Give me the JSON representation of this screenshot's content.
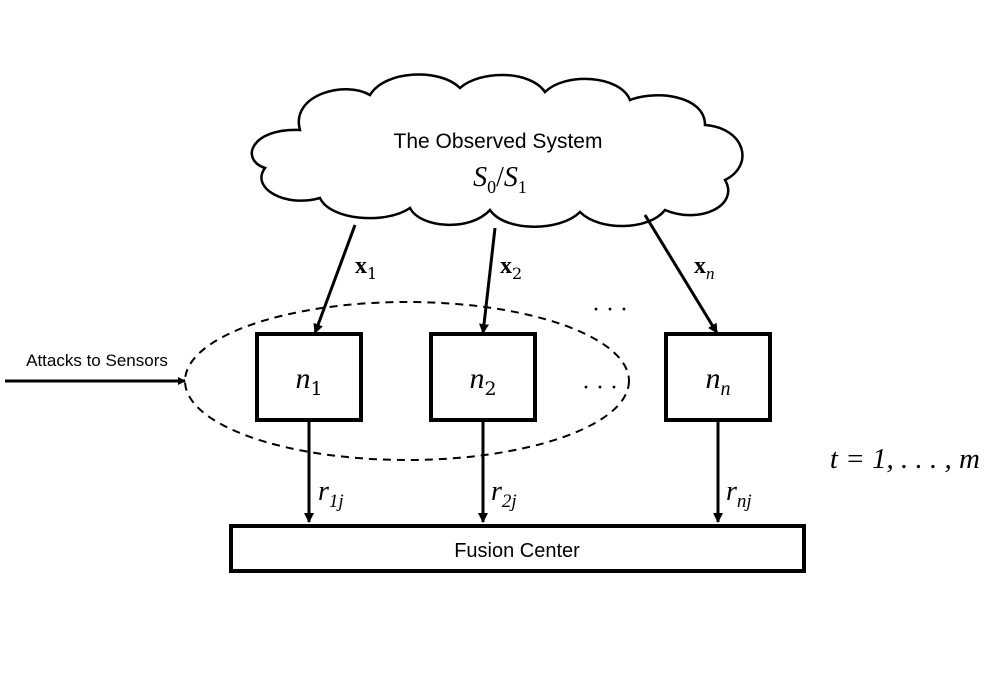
{
  "cloud": {
    "title": "The Observed System",
    "states": {
      "base": "S",
      "sub_a": "0",
      "sep": "/",
      "sub_b": "1"
    }
  },
  "observations": [
    {
      "base": "x",
      "sub": "1"
    },
    {
      "base": "x",
      "sub": "2"
    },
    {
      "base": "x",
      "sub": "n"
    }
  ],
  "ellipsis_top": "· · ·",
  "ellipsis_mid": "· · ·",
  "sensors": [
    {
      "base": "n",
      "sub": "1"
    },
    {
      "base": "n",
      "sub": "2"
    },
    {
      "base": "n",
      "sub": "n"
    }
  ],
  "reports": [
    {
      "base": "r",
      "sub": "1j"
    },
    {
      "base": "r",
      "sub": "2j"
    },
    {
      "base": "r",
      "sub": "nj"
    }
  ],
  "attack_label": "Attacks to Sensors",
  "time_range": "t = 1, . . . , m",
  "fusion_center": "Fusion Center"
}
